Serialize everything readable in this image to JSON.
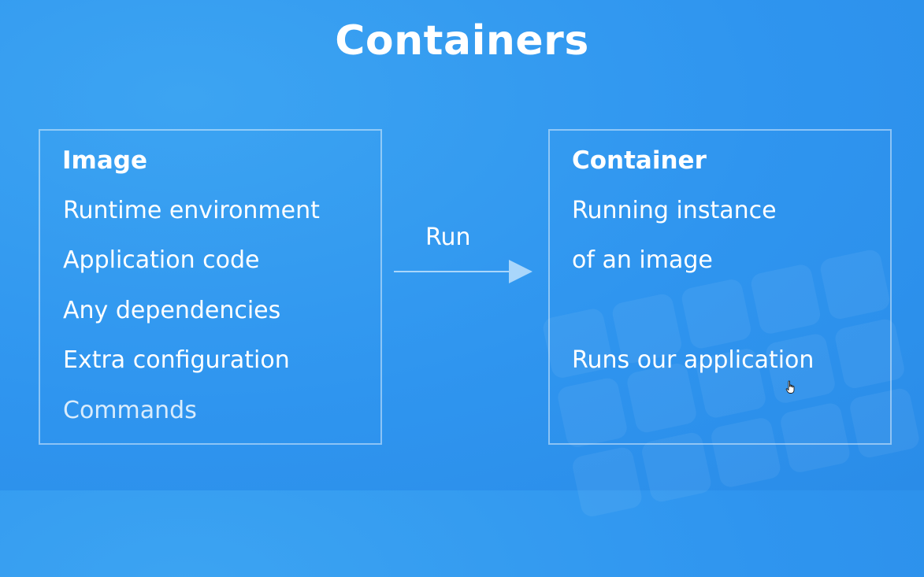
{
  "slide": {
    "title": "Containers"
  },
  "image_box": {
    "heading": "Image",
    "lines": [
      "Runtime environment",
      "Application code",
      "Any dependencies",
      "Extra configuration",
      "Commands"
    ]
  },
  "arrow": {
    "label": "Run"
  },
  "container_box": {
    "heading": "Container",
    "lines": [
      "Running instance",
      "of an image",
      "Runs our application"
    ]
  },
  "colors": {
    "background": "#2f95ef",
    "text": "#ffffff",
    "border": "#9fd0f8",
    "arrow": "#a9d6fb"
  },
  "icons": {
    "cursor": "hand-pointer-icon"
  }
}
